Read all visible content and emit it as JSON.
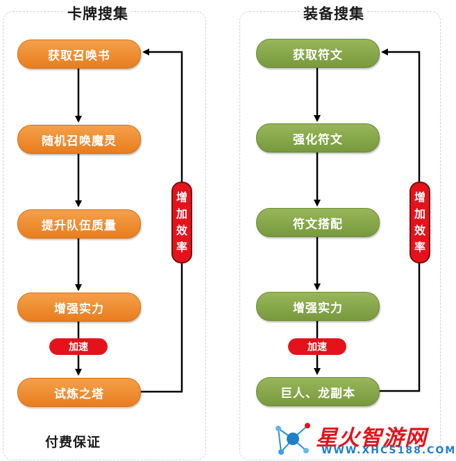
{
  "left": {
    "title": "卡牌搜集",
    "nodes": [
      "获取召唤书",
      "随机召唤魔灵",
      "提升队伍质量",
      "增强实力",
      "试炼之塔"
    ],
    "speed_tag": "加速",
    "efficiency_tag": [
      "增",
      "加",
      "效",
      "率"
    ],
    "caption": "付费保证"
  },
  "right": {
    "title": "装备搜集",
    "nodes": [
      "获取符文",
      "强化符文",
      "符文搭配",
      "增强实力",
      "巨人、龙副本"
    ],
    "speed_tag": "加速",
    "efficiency_tag": [
      "增",
      "加",
      "效",
      "率"
    ]
  },
  "watermark": {
    "text": "星火智游网",
    "url": "WWW.XHCS188.COM"
  },
  "colors": {
    "orange": "#ef8a2c",
    "green": "#86a64a",
    "red": "#e4131b"
  }
}
